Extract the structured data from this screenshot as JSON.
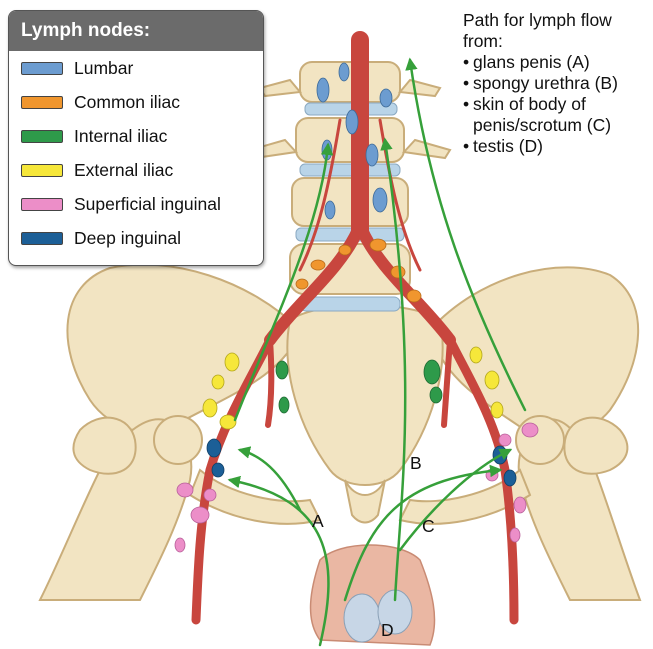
{
  "legend": {
    "title": "Lymph nodes:",
    "items": [
      {
        "label": "Lumbar",
        "color": "#6c9cd0"
      },
      {
        "label": "Common iliac",
        "color": "#f0962e"
      },
      {
        "label": "Internal iliac",
        "color": "#2e9a4a"
      },
      {
        "label": "External iliac",
        "color": "#f6e73a"
      },
      {
        "label": "Superficial inguinal",
        "color": "#ec8ec8"
      },
      {
        "label": "Deep inguinal",
        "color": "#1c5f97"
      }
    ]
  },
  "path_text": {
    "heading_line1": "Path for lymph flow",
    "heading_line2": "from:",
    "items": [
      "glans penis (A)",
      "spongy urethra (B)",
      "skin of body of",
      "testis (D)"
    ],
    "item3_cont": "penis/scrotum (C)"
  },
  "labels": {
    "a": "A",
    "b": "B",
    "c": "C",
    "d": "D"
  },
  "colors": {
    "bone": "#f2e4c2",
    "bone_edge": "#c9ad7a",
    "artery": "#c8463e",
    "vein_blue": "#b9d4e8",
    "flow_arrow": "#36a03a",
    "skin": "#eab7a3"
  }
}
